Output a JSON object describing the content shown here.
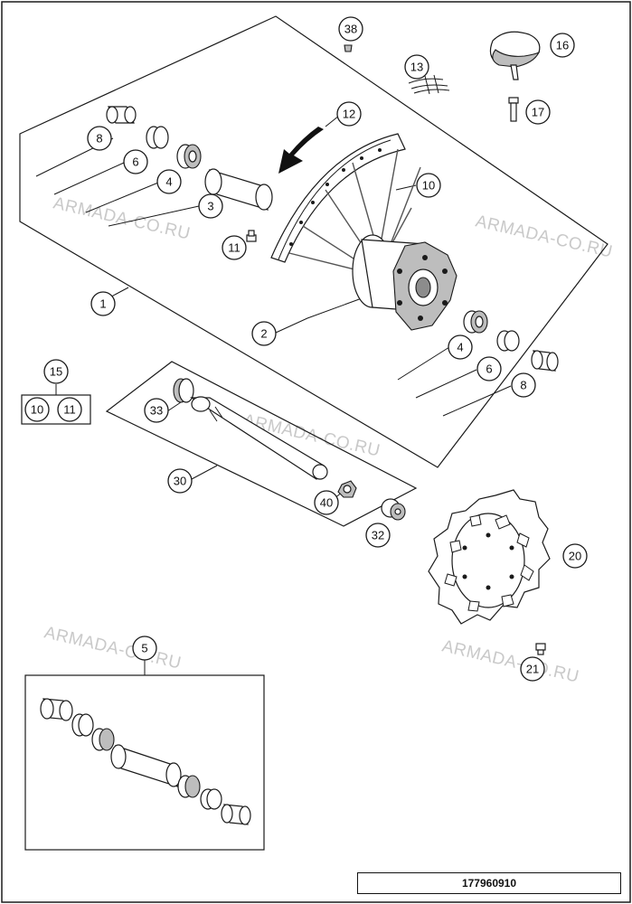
{
  "watermark": "ARMADA-CO.RU",
  "document_number": "177960910",
  "callouts": {
    "c1": "1",
    "c2": "2",
    "c3": "3",
    "c4a": "4",
    "c4b": "4",
    "c5": "5",
    "c6a": "6",
    "c6b": "6",
    "c8a": "8",
    "c8b": "8",
    "c10a": "10",
    "c10b": "10",
    "c11a": "11",
    "c11b": "11",
    "c12": "12",
    "c13": "13",
    "c15": "15",
    "c16": "16",
    "c17": "17",
    "c20": "20",
    "c21": "21",
    "c30": "30",
    "c32": "32",
    "c33": "33",
    "c38": "38",
    "c40": "40"
  },
  "colors": {
    "line": "#1a1a1a",
    "part_fill": "#bdbdbd",
    "watermark": "#c9c9c9"
  }
}
